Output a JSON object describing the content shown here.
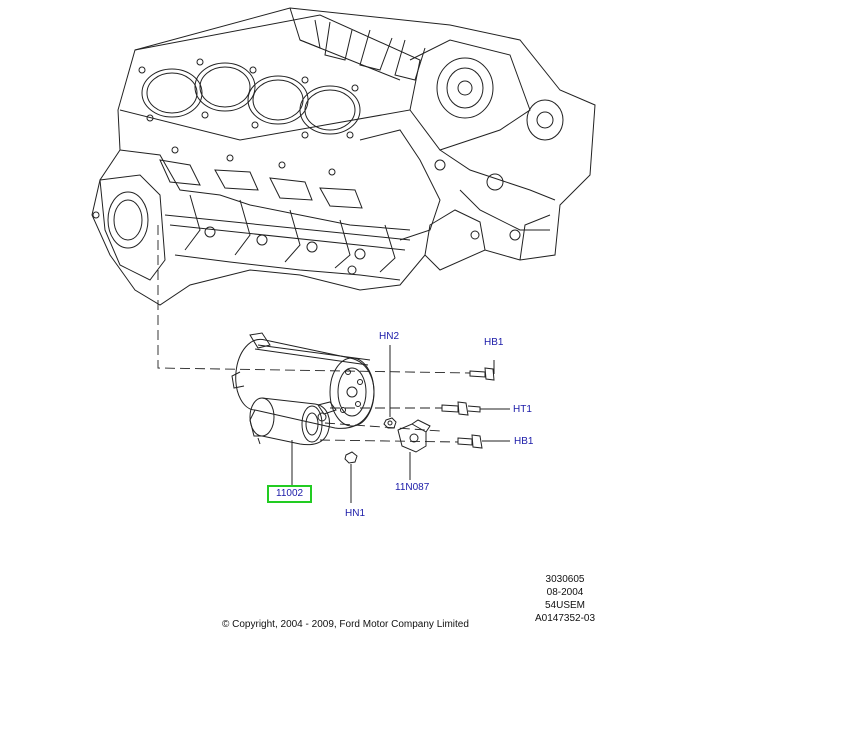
{
  "callouts": {
    "hn2": "HN2",
    "hb1_top": "HB1",
    "ht1": "HT1",
    "hb1_bottom": "HB1",
    "n11n087": "11N087",
    "part_11002": "11002",
    "hn1": "HN1"
  },
  "selected_part": "11002",
  "reference": {
    "line1": "3030605",
    "line2": "08-2004",
    "line3": "54USEM",
    "line4": "A0147352-03"
  },
  "copyright": "© Copyright, 2004 - 2009, Ford Motor Company Limited",
  "colors": {
    "callout_text": "#1a1aa8",
    "highlight_box": "#22cc22",
    "line_art": "#222222"
  }
}
